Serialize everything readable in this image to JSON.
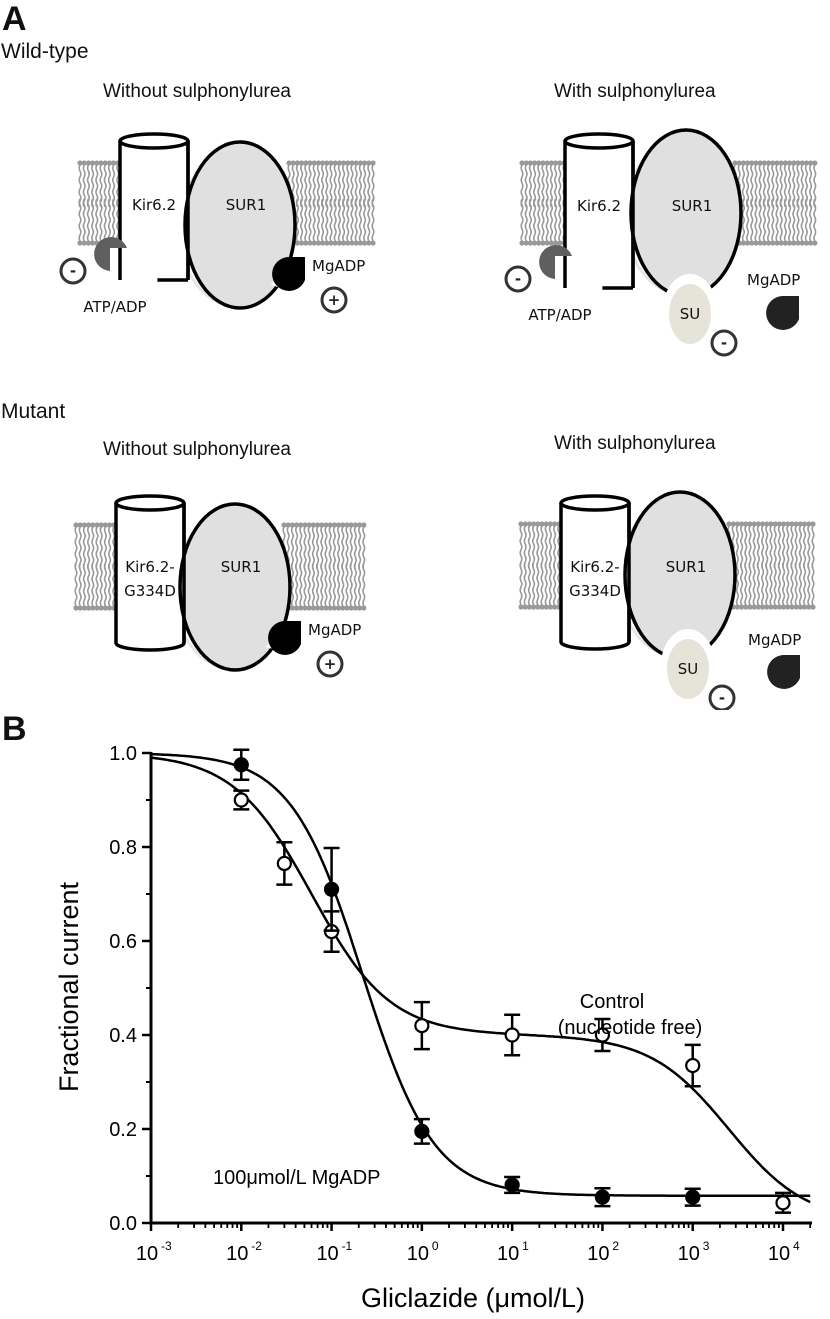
{
  "panel_a": {
    "letter": "A",
    "groups": [
      {
        "title": "Wild-type",
        "diagrams": [
          {
            "subtitle": "Without sulphonylurea",
            "channel_label": "Kir6.2",
            "channel_label_2": "",
            "sur_label": "SUR1",
            "nucleotide_label": "ATP/ADP",
            "nucleotide_sign": "-",
            "mgadp_label": "MgADP",
            "mgadp_sign": "+",
            "has_su": false,
            "has_atp": true
          },
          {
            "subtitle": "With sulphonylurea",
            "channel_label": "Kir6.2",
            "channel_label_2": "",
            "sur_label": "SUR1",
            "nucleotide_label": "ATP/ADP",
            "nucleotide_sign": "-",
            "mgadp_label": "MgADP",
            "su_label": "SU",
            "su_sign": "-",
            "has_su": true,
            "has_atp": true
          }
        ]
      },
      {
        "title": "Mutant",
        "diagrams": [
          {
            "subtitle": "Without sulphonylurea",
            "channel_label": "Kir6.2-",
            "channel_label_2": "G334D",
            "sur_label": "SUR1",
            "mgadp_label": "MgADP",
            "mgadp_sign": "+",
            "has_su": false,
            "has_atp": false
          },
          {
            "subtitle": "With sulphonylurea",
            "channel_label": "Kir6.2-",
            "channel_label_2": "G334D",
            "sur_label": "SUR1",
            "mgadp_label": "MgADP",
            "su_label": "SU",
            "su_sign": "-",
            "has_su": true,
            "has_atp": false
          }
        ]
      }
    ],
    "colors": {
      "membrane": "#999999",
      "sur1_fill": "#e0e0e0",
      "atp_fill": "#5f5f5f",
      "mgadp_fill_active": "#000000",
      "mgadp_fill_free": "#222222",
      "su_fill": "#e6e3d8"
    }
  },
  "panel_b": {
    "letter": "B"
  },
  "chart_data": {
    "type": "scatter",
    "title": "",
    "xlabel": "Gliclazide (μmol/L)",
    "ylabel": "Fractional current",
    "xscale": "log",
    "xlim": [
      0.001,
      20000
    ],
    "ylim": [
      0.0,
      1.0
    ],
    "x_ticks": [
      {
        "base": "10",
        "exp": "-3",
        "value": 0.001
      },
      {
        "base": "10",
        "exp": "-2",
        "value": 0.01
      },
      {
        "base": "10",
        "exp": "-1",
        "value": 0.1
      },
      {
        "base": "10",
        "exp": "0",
        "value": 1
      },
      {
        "base": "10",
        "exp": "1",
        "value": 10
      },
      {
        "base": "10",
        "exp": "2",
        "value": 100
      },
      {
        "base": "10",
        "exp": "3",
        "value": 1000
      },
      {
        "base": "10",
        "exp": "4",
        "value": 10000
      }
    ],
    "y_ticks": [
      "0.0",
      "0.2",
      "0.4",
      "0.6",
      "0.8",
      "1.0"
    ],
    "y_minor_ticks": [
      0.1,
      0.3,
      0.5,
      0.7,
      0.9
    ],
    "grid": false,
    "legend": "none (inline annotations)",
    "series": [
      {
        "name": "Control (nucleotide free)",
        "label_line1": "Control",
        "label_line2": "(nucleotide free)",
        "marker": "open-circle",
        "x": [
          0.01,
          0.03,
          0.1,
          1,
          10,
          100,
          1000,
          10000
        ],
        "y": [
          0.9,
          0.765,
          0.62,
          0.42,
          0.4,
          0.4,
          0.335,
          0.043
        ],
        "err": [
          0.02,
          0.045,
          0.043,
          0.05,
          0.043,
          0.034,
          0.044,
          0.021
        ],
        "fit": {
          "model": "two-site",
          "fraction_high_affinity": 0.6,
          "ic50_high": 0.06,
          "hill_high": 1.0,
          "ic50_low": 2500,
          "hill_low": 1.0
        }
      },
      {
        "name": "100μmol/L MgADP",
        "label_line1": "100μmol/L MgADP",
        "marker": "filled-circle",
        "x": [
          0.01,
          0.1,
          1,
          10,
          100,
          1000
        ],
        "y": [
          0.975,
          0.71,
          0.195,
          0.081,
          0.055,
          0.055
        ],
        "err": [
          0.032,
          0.088,
          0.026,
          0.017,
          0.019,
          0.018
        ],
        "fit": {
          "model": "one-site",
          "floor": 0.058,
          "ic50": 0.22,
          "hill": 1.1
        }
      }
    ]
  }
}
